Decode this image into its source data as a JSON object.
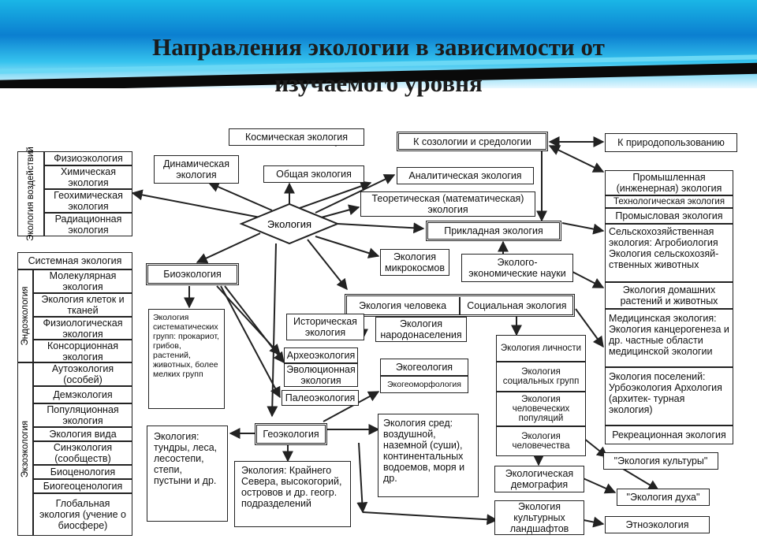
{
  "header": {
    "title_line1": "Направления экологии в зависимости от",
    "title_line2": "изучаемого уровня"
  },
  "center": "Экология",
  "top": {
    "cosmic": "Космическая экология",
    "general": "Общая экология",
    "dynamic": "Динамическая экология",
    "analytic": "Аналитическая экология",
    "theoretic": "Теоретическая (математическая) экология",
    "applied": "Прикладная экология",
    "sozology": "К созологии и средологии",
    "nature_use": "К природопользованию"
  },
  "impacts": {
    "label": "Экология воздействий",
    "items": [
      "Физиоэкология",
      "Химическая экология",
      "Геохимическая экология",
      "Радиационная экология"
    ]
  },
  "left_system": "Системная экология",
  "endo": {
    "label": "Эндоэкология",
    "items": [
      "Молекулярная экология",
      "Экология клеток и тканей",
      "Физиологическая экология",
      "Консорционная экология"
    ]
  },
  "exo": {
    "label": "Экзоэкология",
    "items": [
      "Аутоэкология (особей)",
      "Демэкология",
      "Популяционная экология",
      "Экология вида",
      "Синэкология (сообществ)",
      "Биоценология",
      "Биогеоценология",
      "Глобальная экология (учение о биосфере)"
    ]
  },
  "bio": {
    "main": "Биоэкология",
    "groups": "Экология систематических групп: прокариот, грибов, растений, животных, более мелких групп",
    "archeo": "Археоэкология",
    "evolution": "Эволюционная экология",
    "paleo": "Палеоэкология",
    "microcosm": "Экология микрокосмов"
  },
  "human": {
    "eco_econ": "Эколого-экономические науки",
    "human": "Экология человека",
    "social": "Социальная экология",
    "historical": "Историческая экология",
    "population": "Экология народонаселения",
    "personal": [
      "Экология личности",
      "Экология социальных групп",
      "Экология человеческих популяций",
      "Экология человечества"
    ],
    "demography": "Экологическая демография",
    "landscapes": "Экология культурных ландшафтов"
  },
  "geo": {
    "main": "Геоэкология",
    "geology": "Экогеология",
    "geomorph": "Экогеоморфология",
    "zones": "Экология: тундры, леса, лесостепи, степи, пустыни и др.",
    "regions": "Экология: Крайнего Севера, высокогорий, островов и др. геогр. подразделений",
    "media": "Экология сред: воздушной, наземной (суши), континентальных водоемов, моря и др."
  },
  "right": {
    "items": [
      "Промышленная (инженерная) экология",
      "Технологическая экология",
      "Промысловая экология",
      "Сельскохозяйственная экология: Агробиология Экология сельскохозяй- ственных животных",
      "Экология домашних растений и животных",
      "Медицинская экология: Экология канцерогенеза и др. частные области медицинской экологии",
      "Экология поселений: Урбоэкология Архология (архитек- турная экология)",
      "Рекреационная экология"
    ],
    "culture": "\"Экология культуры\"",
    "spirit": "\"Экология духа\"",
    "ethno": "Этноэкология"
  }
}
